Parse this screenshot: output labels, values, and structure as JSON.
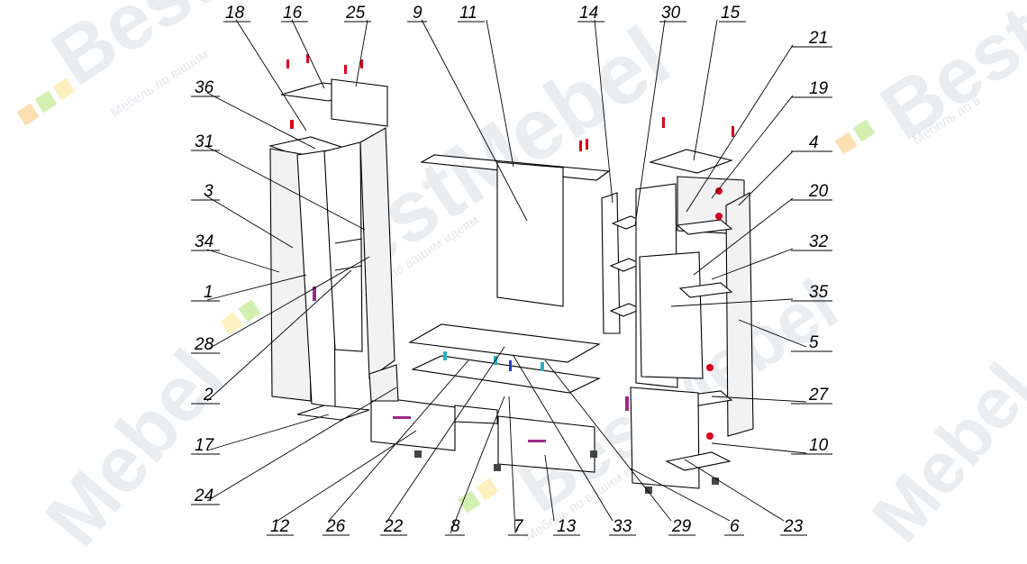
{
  "watermark": {
    "brand": "BestMebel",
    "tagline": "Мебель по вашим идеям"
  },
  "callouts": [
    {
      "id": "c18",
      "label": "18"
    },
    {
      "id": "c16",
      "label": "16"
    },
    {
      "id": "c25",
      "label": "25"
    },
    {
      "id": "c9",
      "label": "9"
    },
    {
      "id": "c11",
      "label": "11"
    },
    {
      "id": "c14",
      "label": "14"
    },
    {
      "id": "c30",
      "label": "30"
    },
    {
      "id": "c15",
      "label": "15"
    },
    {
      "id": "c21",
      "label": "21"
    },
    {
      "id": "c19",
      "label": "19"
    },
    {
      "id": "c4",
      "label": "4"
    },
    {
      "id": "c20",
      "label": "20"
    },
    {
      "id": "c32",
      "label": "32"
    },
    {
      "id": "c35",
      "label": "35"
    },
    {
      "id": "c5",
      "label": "5"
    },
    {
      "id": "c27",
      "label": "27"
    },
    {
      "id": "c10",
      "label": "10"
    },
    {
      "id": "c36",
      "label": "36"
    },
    {
      "id": "c31",
      "label": "31"
    },
    {
      "id": "c3",
      "label": "3"
    },
    {
      "id": "c34",
      "label": "34"
    },
    {
      "id": "c1",
      "label": "1"
    },
    {
      "id": "c28",
      "label": "28"
    },
    {
      "id": "c2",
      "label": "2"
    },
    {
      "id": "c17",
      "label": "17"
    },
    {
      "id": "c24",
      "label": "24"
    },
    {
      "id": "c12",
      "label": "12"
    },
    {
      "id": "c26",
      "label": "26"
    },
    {
      "id": "c22",
      "label": "22"
    },
    {
      "id": "c8",
      "label": "8"
    },
    {
      "id": "c7",
      "label": "7"
    },
    {
      "id": "c13",
      "label": "13"
    },
    {
      "id": "c33",
      "label": "33"
    },
    {
      "id": "c29",
      "label": "29"
    },
    {
      "id": "c6",
      "label": "6"
    },
    {
      "id": "c23",
      "label": "23"
    }
  ]
}
